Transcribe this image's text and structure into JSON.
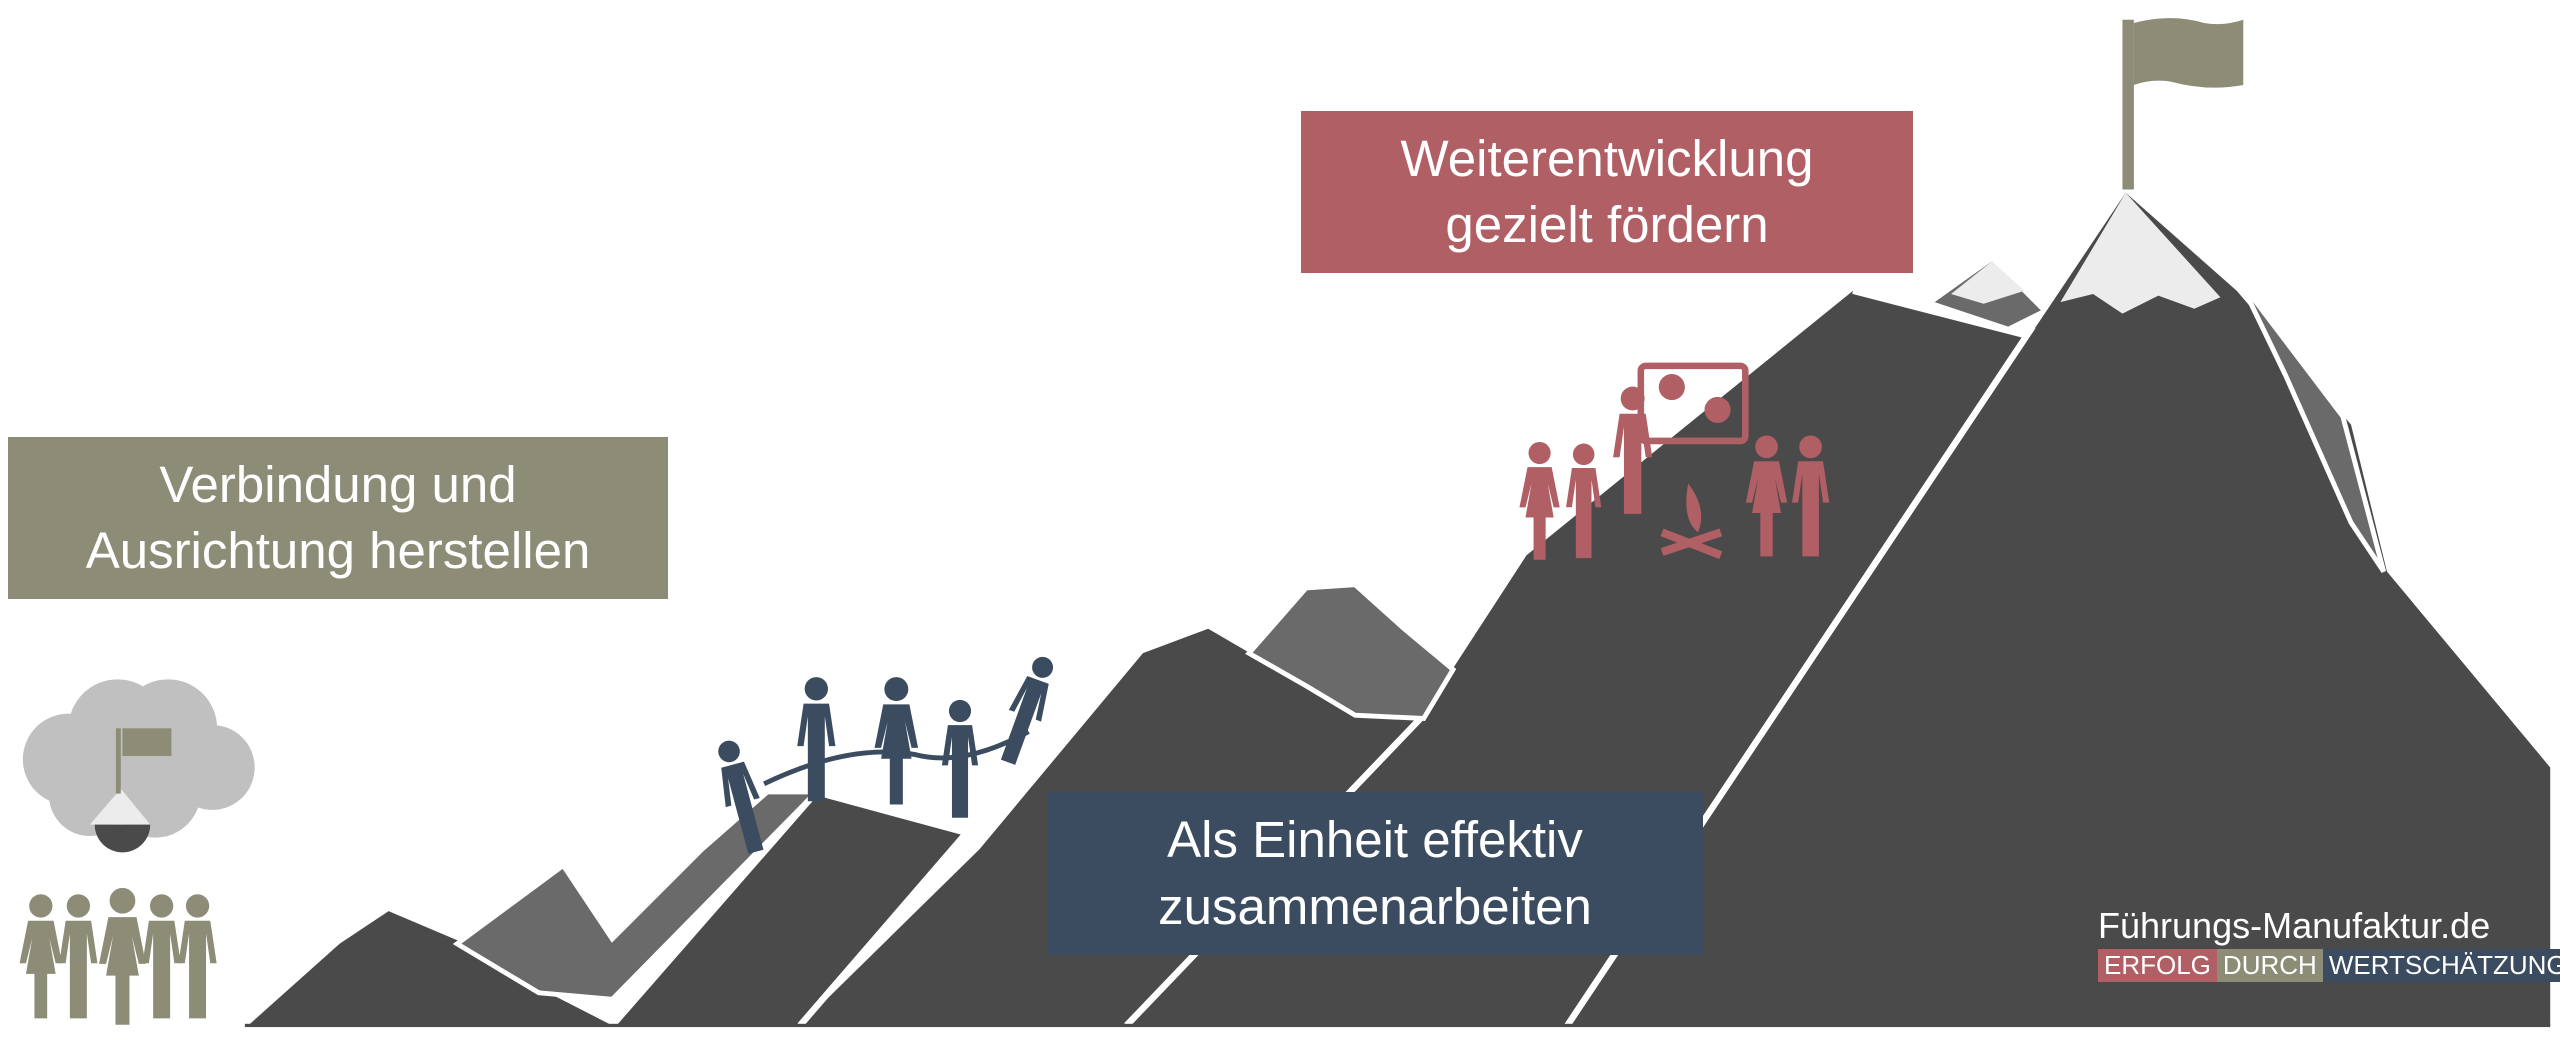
{
  "labels": {
    "left": [
      "Verbindung und",
      "Ausrichtung herstellen"
    ],
    "top": [
      "Weiterentwicklung",
      "gezielt fördern"
    ],
    "middle": [
      "Als Einheit effektiv",
      "zusammenarbeiten"
    ]
  },
  "logo": {
    "brand": "Führungs-Manufaktur.de",
    "tagline": [
      "ERFOLG",
      "DURCH",
      "WERTSCHÄTZUNG"
    ]
  },
  "colors": {
    "olive": "#8d8c77",
    "red": "#b05f65",
    "blue": "#3c4c60",
    "mountain": "#4a4a4a",
    "rock": "#6a6a6a",
    "snow": "#ececec"
  }
}
